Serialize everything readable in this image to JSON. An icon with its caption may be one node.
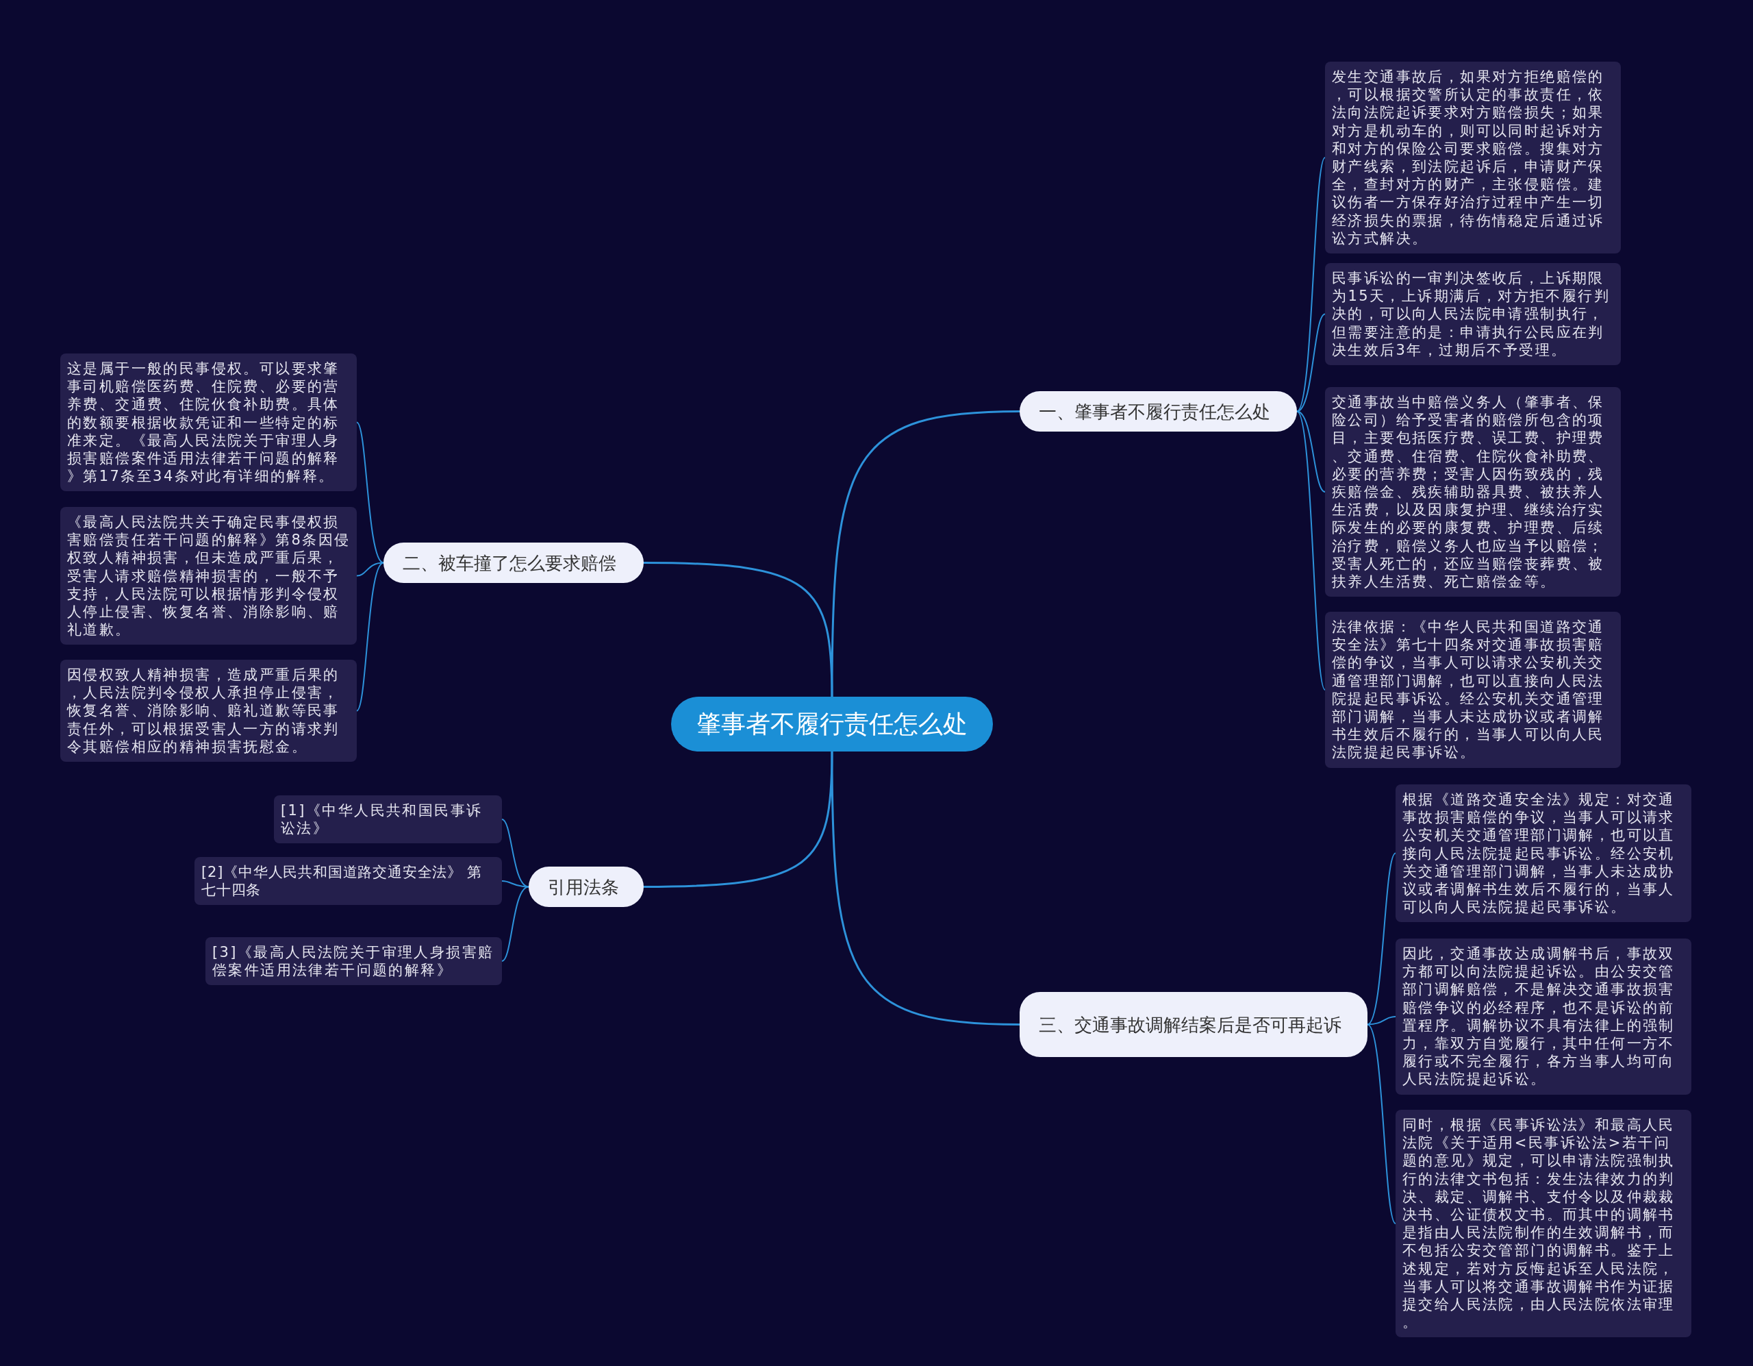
{
  "diagram": {
    "nodes": [
      {
        "text": [
          "肇事者不履行责任怎么处"
        ]
      },
      {
        "text": [
          "一、肇事者不履行责任怎么处"
        ]
      },
      {
        "text": [
          "发生交通事故后，如果对方拒绝赔偿的，可以根据交警所认定的事故责任，依法向法院起诉要求对方赔偿损失；如果对方是机动车的，则可以同时起诉对方和对方的保险公司要求赔偿。搜集对方财产线索，到法院起诉后，申请财产保全，查封对方的财产，主张侵赔偿。建议伤者一方保存好治疗过程中产生一切经济损失的票据，待伤情稳定后通过诉讼方式解决。"
        ]
      },
      {
        "text": [
          "民事诉讼的一审判决签收后，上诉期限为15天，上诉期满后，对方拒不履行判决的，可以向人民法院申请强制执行，但需要注意的是：申请执行公民应在判决生效后3年，过期后不予受理。"
        ]
      },
      {
        "text": [
          "交通事故当中赔偿义务人（肇事者、保险公司）给予受害者的赔偿所包含的项目，主要包括医疗费、误工费、护理费、交通费、住宿费、住院伙食补助费、必要的营养费；受害人因伤致残的，残疾赔偿金、残疾辅助器具费、被扶养人生活费，以及因康复护理、继续治疗实际发生的必要的康复费、护理费、后续治疗费，赔偿义务人也应当予以赔偿；受害人死亡的，还应当赔偿丧葬费、被扶养人生活费、死亡赔偿金等。"
        ]
      },
      {
        "text": [
          "法律依据：《中华人民共和国道路交通安全法》第七十四条对交通事故损害赔偿的争议，当事人可以请求公安机关交通管理部门调解，也可以直接向人民法院提起民事诉讼。经公安机关交通管理部门调解，当事人未达成协议或者调解书生效后不履行的，当事人可以向人民法院提起民事诉讼。"
        ]
      },
      {
        "text": [
          "二、被车撞了怎么要求赔偿"
        ]
      },
      {
        "text": [
          "这是属于一般的民事侵权。可以要求肇事司机赔偿医药费、住院费、必要的营养费、交通费、住院伙食补助费。具体的数额要根据收款凭证和一些特定的标准来定。《最高人民法院关于审理人身损害赔偿案件适用法律若干问题的解释》第17条至34条对此有详细的解释。"
        ]
      },
      {
        "text": [
          "《最高人民法院共关于确定民事侵权损害赔偿责任若干问题的解释》第8条因侵权致人精神损害，但未造成严重后果，受害人请求赔偿精神损害的，一般不予支持，人民法院可以根据情形判令侵权人停止侵害、恢复名誉、消除影响、赔礼道歉。"
        ]
      },
      {
        "text": [
          "因侵权致人精神损害，造成严重后果的，人民法院判令侵权人承担停止侵害，恢复名誉、消除影响、赔礼道歉等民事责任外，可以根据受害人一方的请求判令其赔偿相应的精神损害抚慰金。"
        ]
      },
      {
        "text": [
          "引用法条"
        ]
      },
      {
        "text": [
          "[1]《中华人民共和国民事诉讼法》"
        ]
      },
      {
        "text": [
          "[2]《中华人民共和国道路交通安全法》 第七十四条"
        ]
      },
      {
        "text": [
          "[3]《最高人民法院关于审理人身损害赔偿案件适用法律若干问题的解释》"
        ]
      },
      {
        "text": [
          "三、交通事故调解结案后是否可再起诉"
        ]
      },
      {
        "text": [
          "根据《道路交通安全法》规定：对交通事故损害赔偿的争议，当事人可以请求公安机关交通管理部门调解，也可以直接向人民法院提起民事诉讼。经公安机关交通管理部门调解，当事人未达成协议或者调解书生效后不履行的，当事人可以向人民法院提起民事诉讼。"
        ]
      },
      {
        "text": [
          "因此，交通事故达成调解书后，事故双方都可以向法院提起诉讼。由公安交管部门调解赔偿，不是解决交通事故损害赔偿争议的必经程序，也不是诉讼的前置程序。调解协议不具有法律上的强制力，靠双方自觉履行，其中任何一方不履行或不完全履行，各方当事人均可向人民法院提起诉讼。"
        ]
      },
      {
        "text": [
          "同时，根据《民事诉讼法》和最高人民法院《关于适用<民事诉讼法>若干问题的意见》规定，可以申请法院强制执行的法律文书包括：发生法律效力的判决、裁定、调解书、支付令以及仲裁裁决书、公证债权文书。而其中的调解书是指由人民法院制作的生效调解书，而不包括公安交管部门的调解书。鉴于上述规定，若对方反悔起诉至人民法院，当事人可以将交通事故调解书作为证据提交给人民法院，由人民法院依法审理。"
        ]
      }
    ],
    "edges": [
      {
        "from": 0,
        "to": 1,
        "arrow": "none"
      },
      {
        "from": 1,
        "to": 2,
        "arrow": "none"
      },
      {
        "from": 1,
        "to": 3,
        "arrow": "none"
      },
      {
        "from": 1,
        "to": 4,
        "arrow": "none"
      },
      {
        "from": 1,
        "to": 5,
        "arrow": "none"
      },
      {
        "from": 0,
        "to": 6,
        "arrow": "none"
      },
      {
        "from": 6,
        "to": 7,
        "arrow": "none"
      },
      {
        "from": 6,
        "to": 8,
        "arrow": "none"
      },
      {
        "from": 6,
        "to": 9,
        "arrow": "none"
      },
      {
        "from": 0,
        "to": 10,
        "arrow": "none"
      },
      {
        "from": 10,
        "to": 11,
        "arrow": "none"
      },
      {
        "from": 10,
        "to": 12,
        "arrow": "none"
      },
      {
        "from": 10,
        "to": 13,
        "arrow": "none"
      },
      {
        "from": 0,
        "to": 14,
        "arrow": "none"
      },
      {
        "from": 14,
        "to": 15,
        "arrow": "none"
      },
      {
        "from": 14,
        "to": 16,
        "arrow": "none"
      },
      {
        "from": 14,
        "to": 17,
        "arrow": "none"
      }
    ]
  }
}
